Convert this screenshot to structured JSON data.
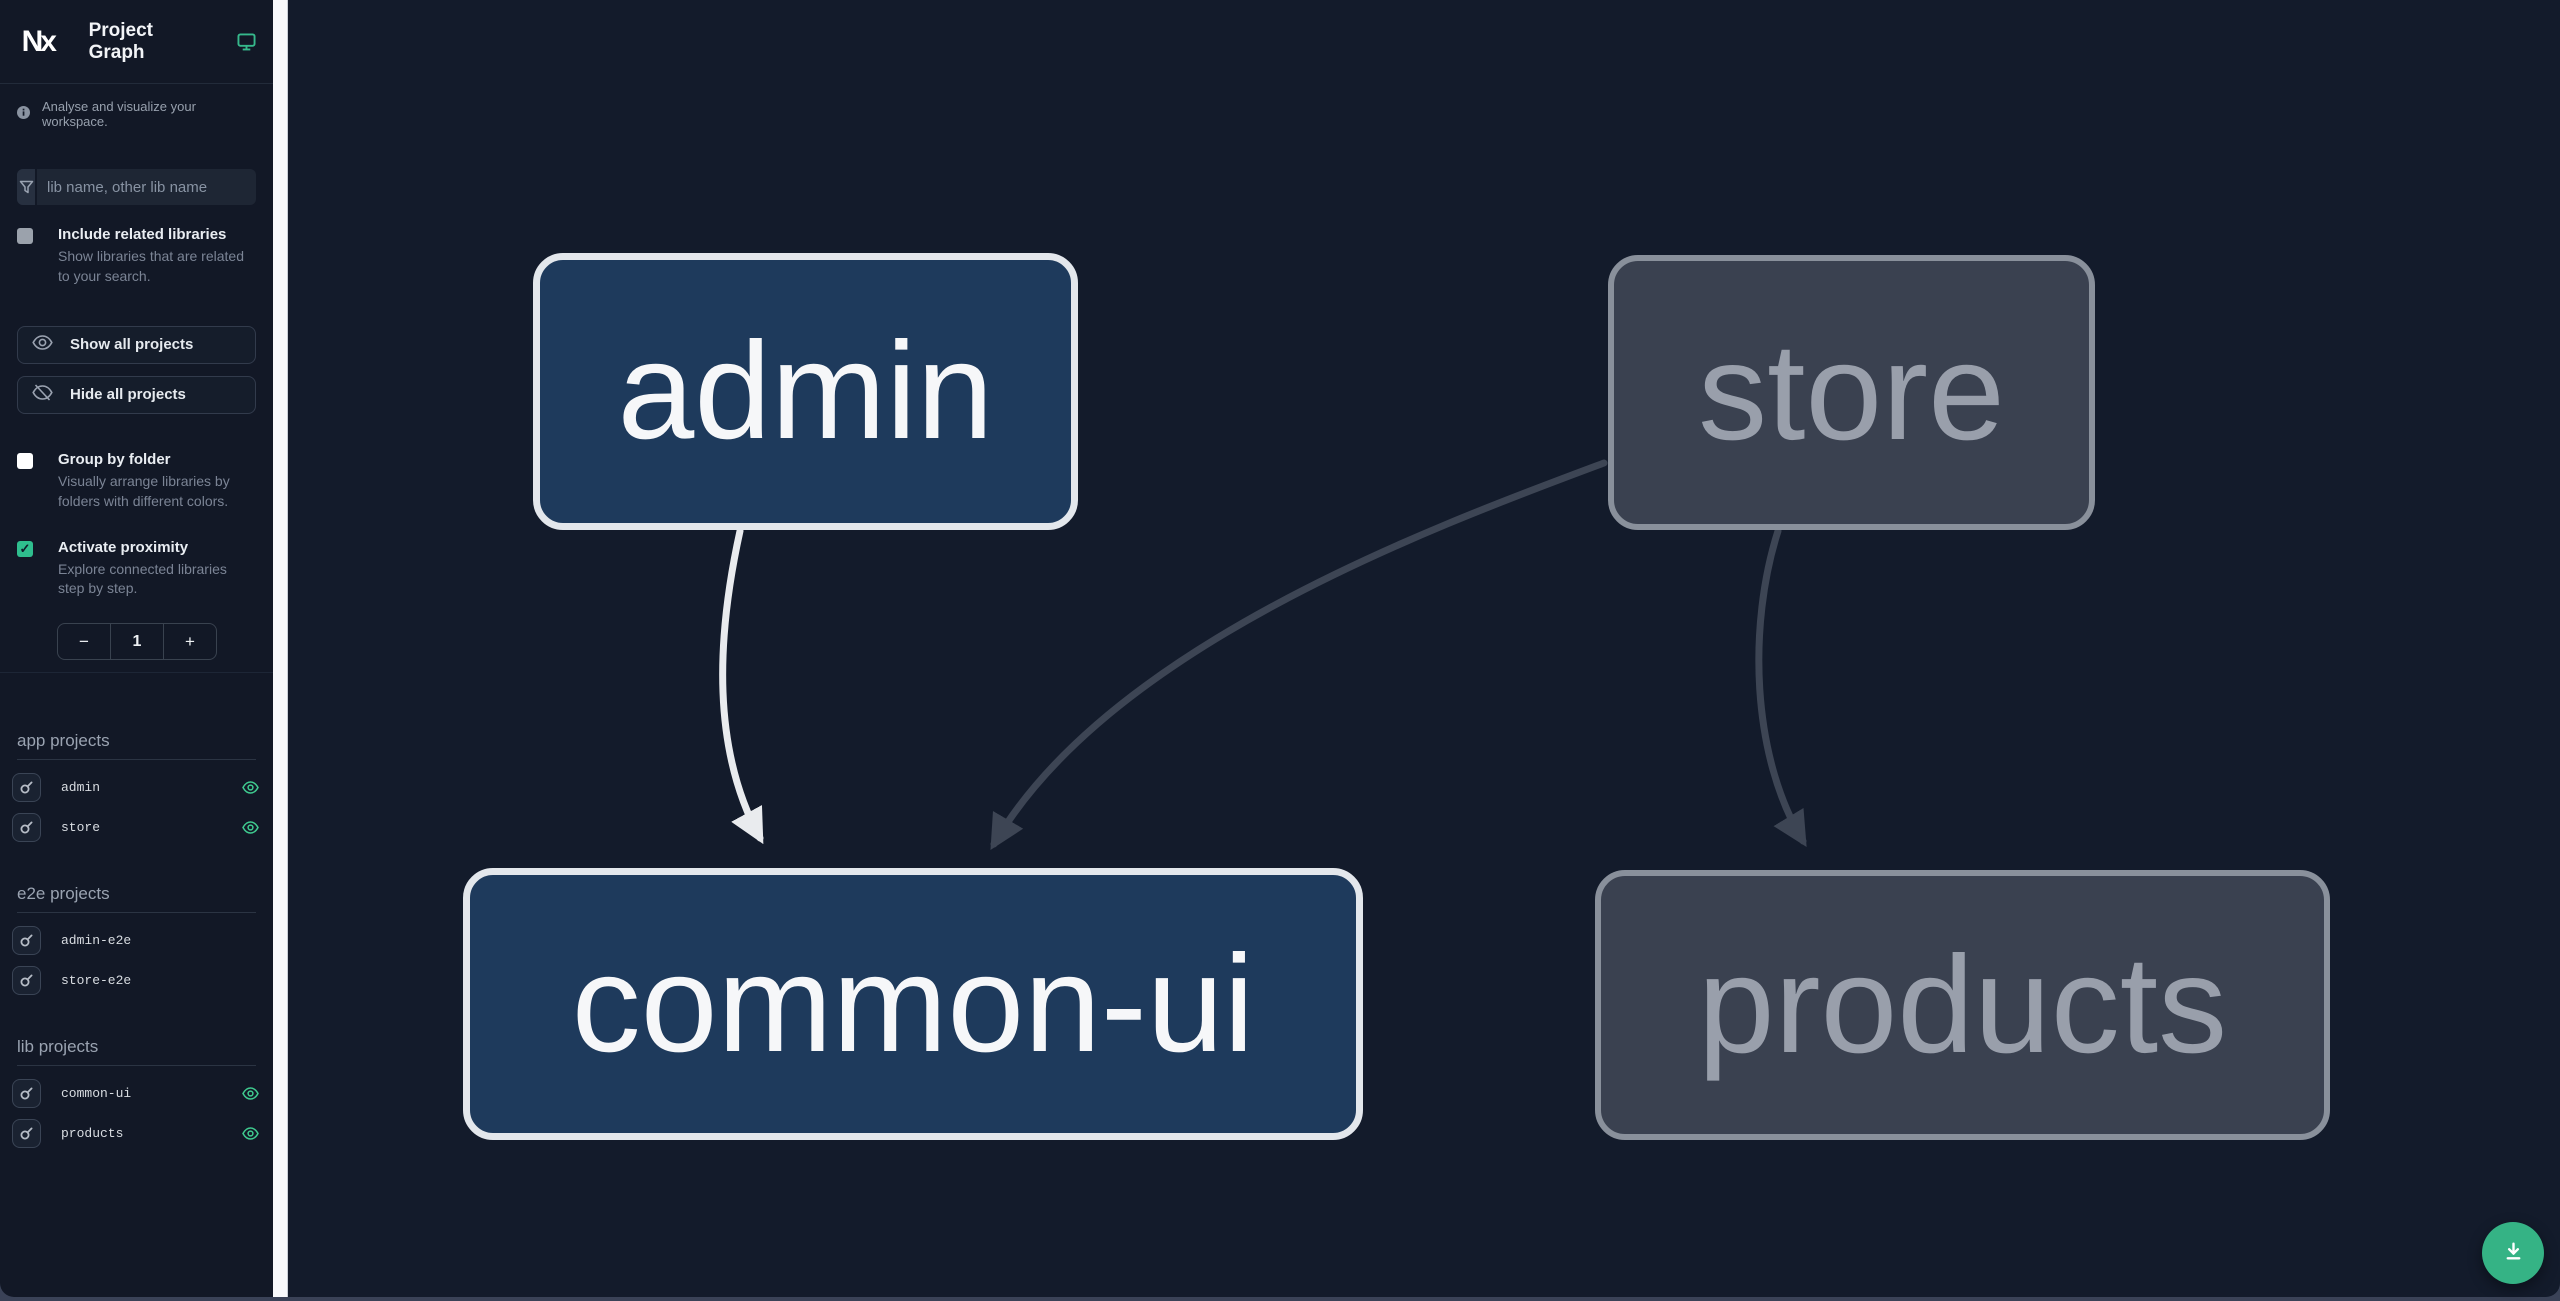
{
  "header": {
    "logo_text": "Nx",
    "title": "Project Graph"
  },
  "sidebar": {
    "tagline": "Analyse and visualize your workspace.",
    "filter_placeholder": "lib name, other lib name",
    "include_related": {
      "label": "Include related libraries",
      "description": "Show libraries that are related to your search.",
      "checked": false
    },
    "show_all_label": "Show all projects",
    "hide_all_label": "Hide all projects",
    "group_by_folder": {
      "label": "Group by folder",
      "description": "Visually arrange libraries by folders with different colors.",
      "checked": false
    },
    "activate_proximity": {
      "label": "Activate proximity",
      "description": "Explore connected libraries step by step.",
      "checked": true
    },
    "proximity": {
      "decrease": "−",
      "value": "1",
      "increase": "+"
    },
    "sections": [
      {
        "title": "app projects",
        "items": [
          {
            "name": "admin",
            "visible": true
          },
          {
            "name": "store",
            "visible": true
          }
        ]
      },
      {
        "title": "e2e projects",
        "items": [
          {
            "name": "admin-e2e",
            "visible": false
          },
          {
            "name": "store-e2e",
            "visible": false
          }
        ]
      },
      {
        "title": "lib projects",
        "items": [
          {
            "name": "common-ui",
            "visible": true
          },
          {
            "name": "products",
            "visible": true
          }
        ]
      }
    ]
  },
  "graph": {
    "nodes": [
      {
        "label": "admin",
        "state": "highlighted"
      },
      {
        "label": "store",
        "state": "faded"
      },
      {
        "label": "common-ui",
        "state": "highlighted"
      },
      {
        "label": "products",
        "state": "faded"
      }
    ],
    "edges": [
      {
        "from": "admin",
        "to": "common-ui",
        "state": "highlighted"
      },
      {
        "from": "store",
        "to": "common-ui",
        "state": "faded"
      },
      {
        "from": "store",
        "to": "products",
        "state": "faded"
      }
    ]
  },
  "fab": {
    "icon": "download-icon"
  },
  "colors": {
    "accent_teal": "#2fbe8e",
    "node_highlight_fill": "#1e3a5c",
    "node_highlight_border": "#e3e7ec",
    "node_faded_fill": "#3a4150",
    "node_faded_border": "#89909b",
    "edge_highlight": "#e9ebee",
    "edge_faded": "#3d4554",
    "sidebar_bg": "#121826",
    "canvas_bg": "#131b2b"
  }
}
